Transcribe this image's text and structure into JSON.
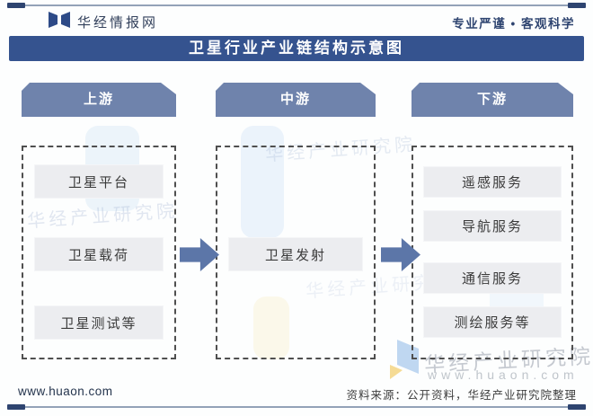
{
  "brand": {
    "name": "华经情报网",
    "slogan": "专业严谨 • 客观科学"
  },
  "title": "卫星行业产业链结构示意图",
  "chain": {
    "upstream": {
      "header": "上游",
      "items": [
        "卫星平台",
        "卫星载荷",
        "卫星测试等"
      ]
    },
    "midstream": {
      "header": "中游",
      "items": [
        "卫星发射"
      ]
    },
    "downstream": {
      "header": "下游",
      "items": [
        "遥感服务",
        "导航服务",
        "通信服务",
        "测绘服务等"
      ]
    }
  },
  "footer": {
    "site": "www.huaon.com",
    "source": "资料来源：公开资料，华经产业研究院整理"
  },
  "watermark": {
    "org": "华经产业研究院",
    "site": "www.huaon.com"
  },
  "colors": {
    "title_bar": "#35538f",
    "stage_header": "#6f83ac",
    "arrow": "#5c76a8",
    "item_bg": "#ecedf0",
    "rule_cap": "#2e4470",
    "brand_logo": "#2d4a87",
    "wm_logo_blue": "#8db8e8",
    "wm_logo_yellow": "#f0c040"
  }
}
